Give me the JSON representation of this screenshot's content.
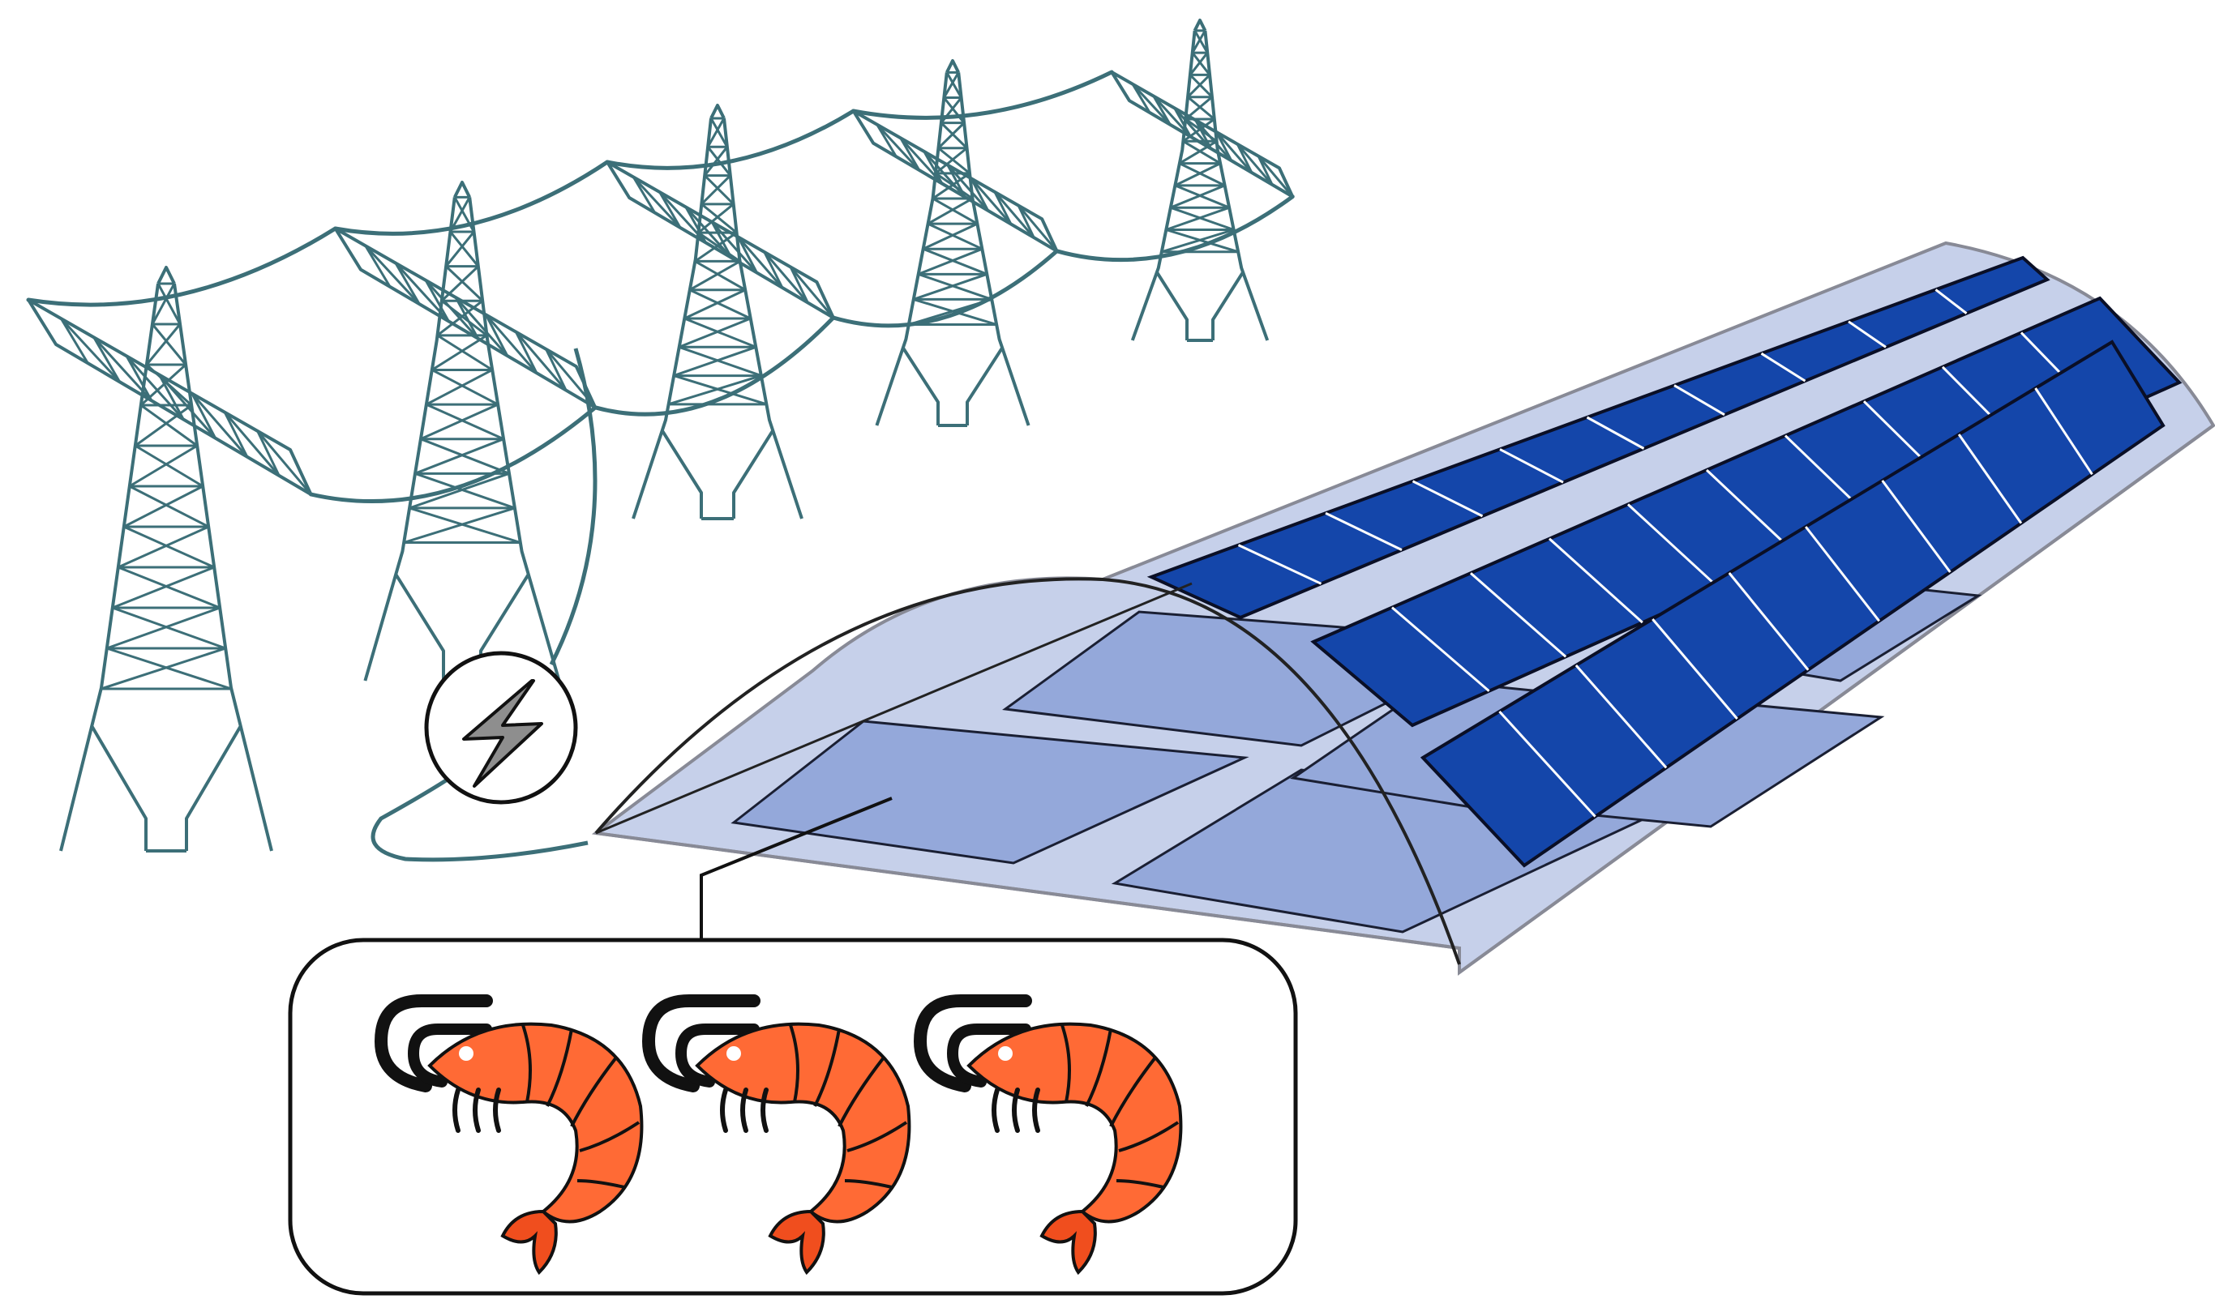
{
  "diagram": {
    "colors": {
      "pylon": "#3c6f78",
      "greenhouse_fill": "#c6d0ea",
      "greenhouse_edge": "#888a96",
      "pond_fill": "#94a8da",
      "panel_fill": "#1446aa",
      "panel_grid": "#ffffff",
      "shrimp_body": "#ff6a35",
      "shrimp_tail": "#f04e1e",
      "outline": "#111111",
      "bolt": "#8e8e8e"
    },
    "pylons": [
      {
        "name": "pylon-1"
      },
      {
        "name": "pylon-2"
      },
      {
        "name": "pylon-3"
      },
      {
        "name": "pylon-4"
      },
      {
        "name": "pylon-5"
      }
    ],
    "solar_rows": [
      {
        "name": "solar-row-1",
        "cells": 10
      },
      {
        "name": "solar-row-2",
        "cells": 10
      },
      {
        "name": "solar-row-3",
        "cells": 9
      }
    ],
    "ponds": [
      {
        "name": "pond-1"
      },
      {
        "name": "pond-2"
      },
      {
        "name": "pond-3"
      },
      {
        "name": "pond-4"
      },
      {
        "name": "pond-5"
      },
      {
        "name": "pond-6"
      }
    ],
    "shrimp": [
      {
        "name": "shrimp-1"
      },
      {
        "name": "shrimp-2"
      },
      {
        "name": "shrimp-3"
      }
    ],
    "icons": {
      "power": "lightning-bolt-icon",
      "animal": "shrimp-icon"
    }
  }
}
